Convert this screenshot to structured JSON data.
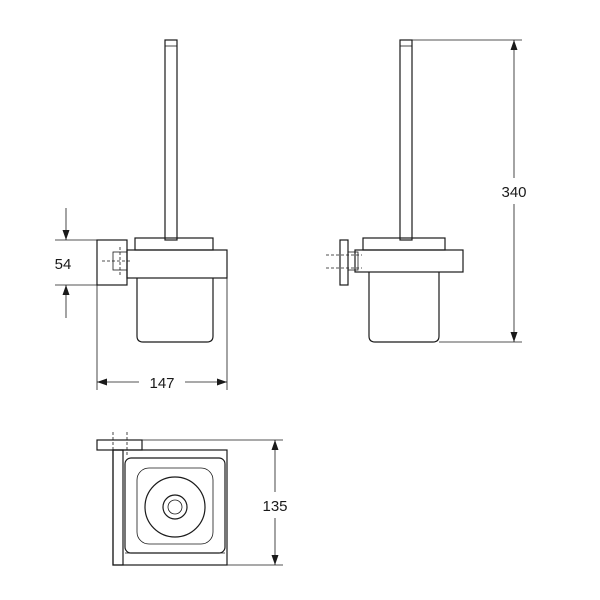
{
  "dimensions": {
    "mount_height": "54",
    "width": "147",
    "total_height": "340",
    "depth": "135"
  },
  "colors": {
    "line": "#1a1a1a",
    "background": "#ffffff"
  }
}
